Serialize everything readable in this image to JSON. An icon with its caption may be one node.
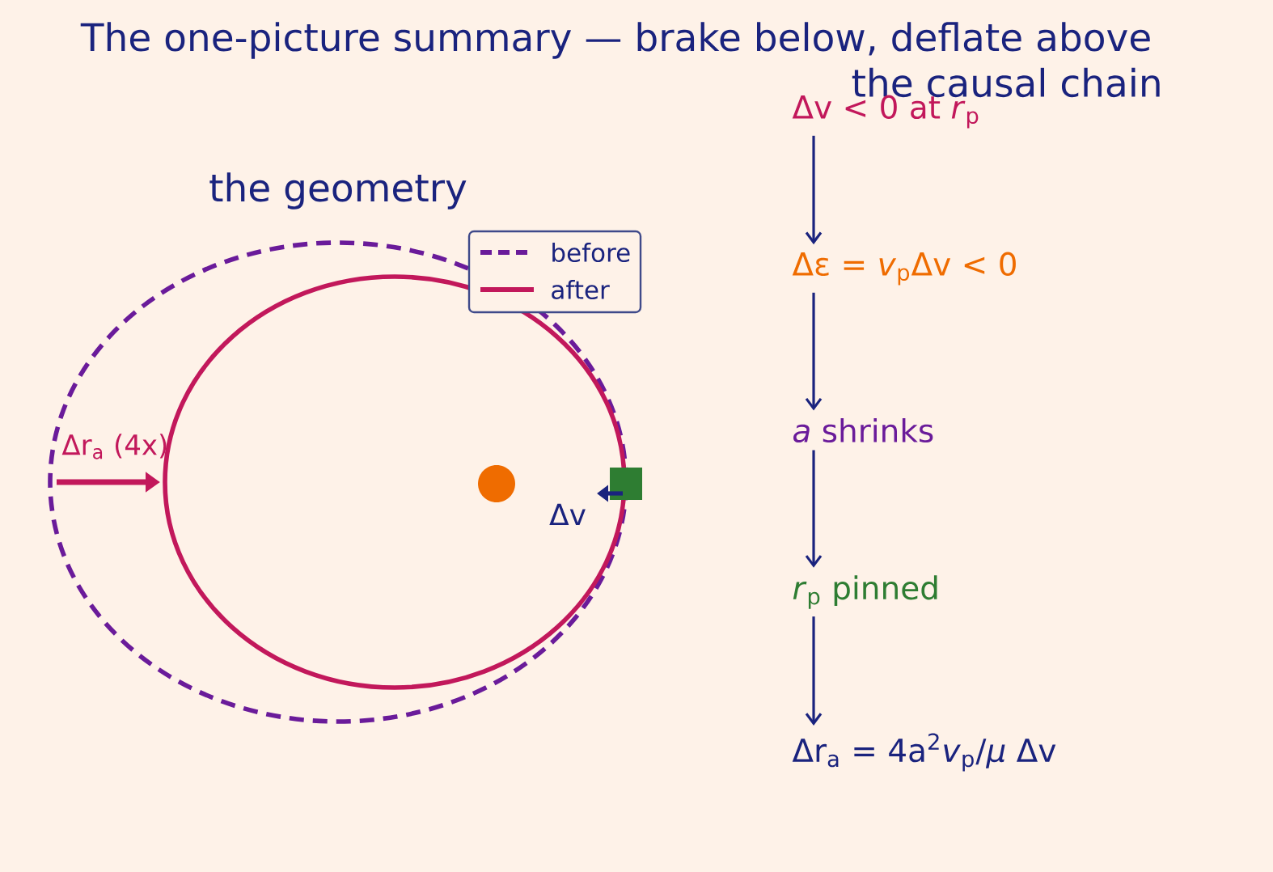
{
  "diagram": {
    "title": "The one-picture summary — brake below, deflate above",
    "nodes": [
      {
        "text": [
          "Δv < 0 at *r*$_{p}$"
        ]
      },
      {
        "text": [
          "Δε = *v*$_{p}$Δv < 0"
        ]
      },
      {
        "text": [
          "*a* shrinks"
        ]
      },
      {
        "text": [
          "*r*$_{p}$ pinned"
        ]
      },
      {
        "text": [
          "Δr$_{a}$ = 4a$^{2}$*v*$_{p}$/*μ* Δv"
        ]
      }
    ],
    "edges": [
      {
        "from": 0,
        "to": 1,
        "arrow": "to"
      },
      {
        "from": 1,
        "to": 2,
        "arrow": "to"
      },
      {
        "from": 2,
        "to": 3,
        "arrow": "to"
      },
      {
        "from": 3,
        "to": 4,
        "arrow": "to"
      }
    ],
    "labels": [
      "the causal chain",
      "the geometry",
      "Δr$_{a}$ (4x)",
      "Δv"
    ],
    "legend": [
      {
        "text": "before"
      },
      {
        "text": "after"
      }
    ]
  }
}
